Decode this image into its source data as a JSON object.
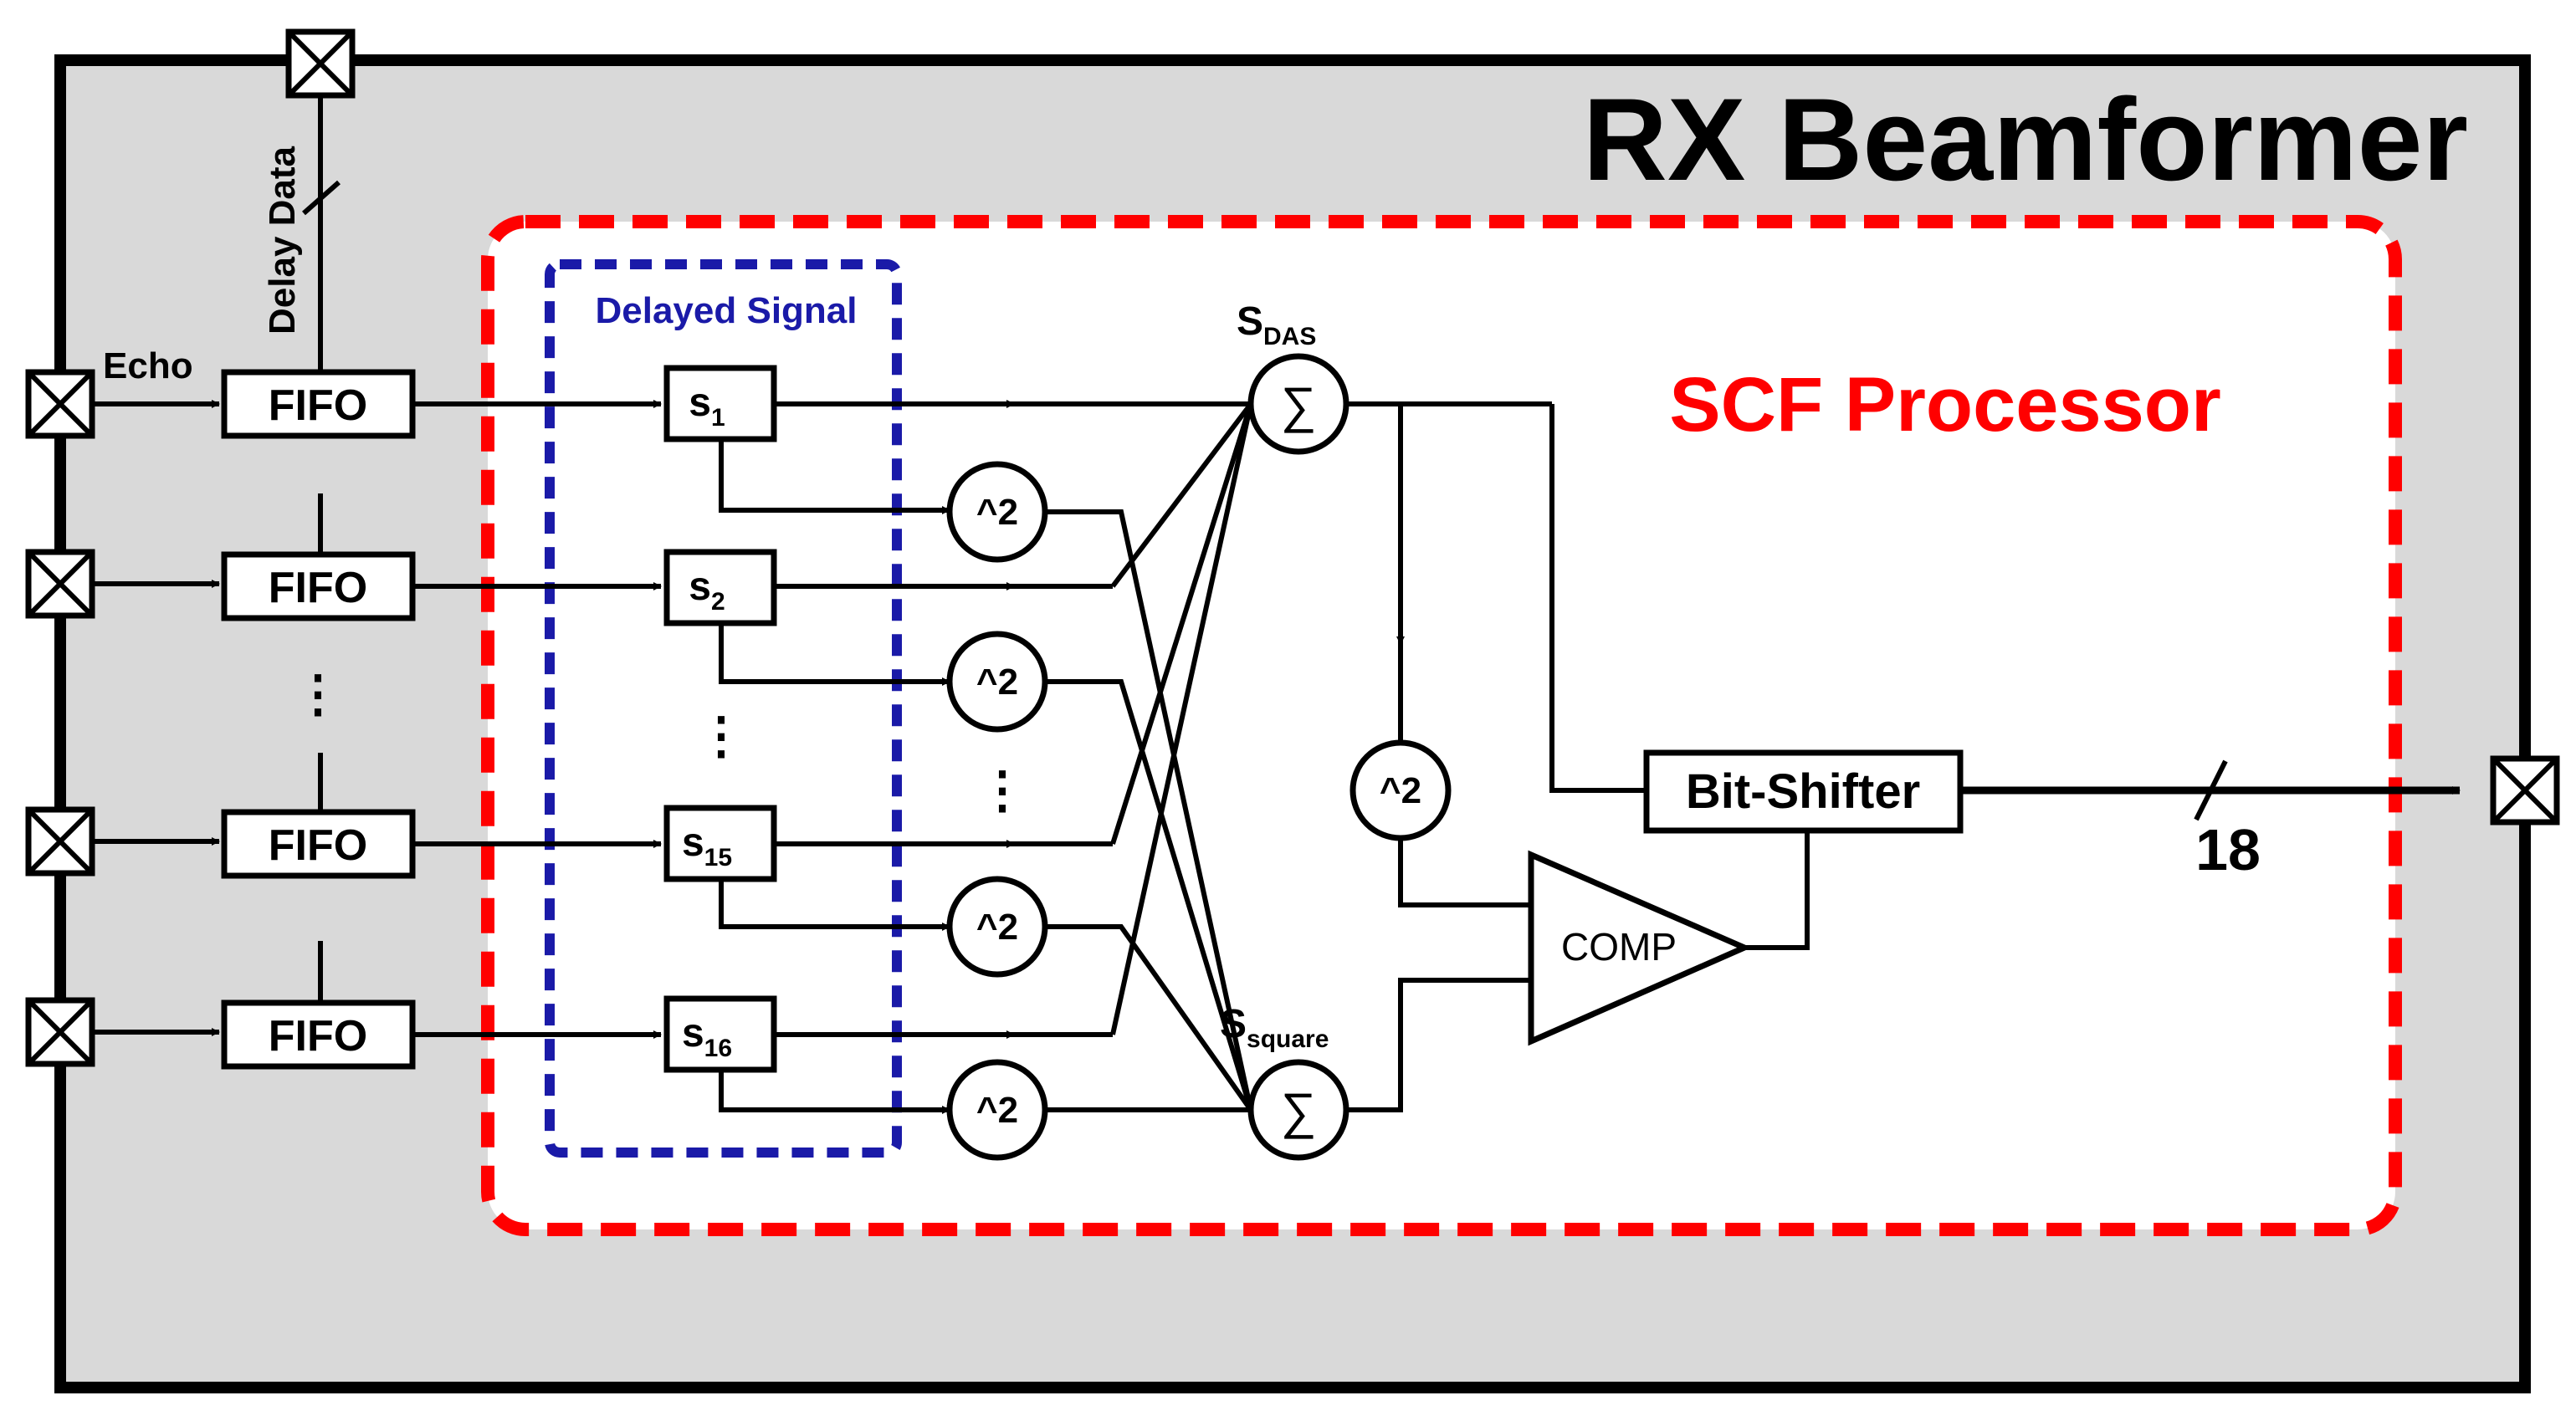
{
  "title": "RX Beamformer",
  "processor_label": "SCF Processor",
  "delayed_signal_label": "Delayed Signal",
  "echo_label": "Echo",
  "delay_data_label": "Delay Data",
  "fifo_label": "FIFO",
  "signals": [
    {
      "base": "s",
      "sub": "1"
    },
    {
      "base": "s",
      "sub": "2"
    },
    {
      "base": "s",
      "sub": "15"
    },
    {
      "base": "s",
      "sub": "16"
    }
  ],
  "square_label": "^2",
  "sum_symbol": "∑",
  "sdas": {
    "base": "S",
    "sub": "DAS"
  },
  "ssquare": {
    "base": "S",
    "sub": "square"
  },
  "comp_label": "COMP",
  "bit_shifter_label": "Bit-Shifter",
  "output_width": "18",
  "ellipsis": "⋮",
  "colors": {
    "outer_fill": "#d9d9d9",
    "scf_border": "#ff0000",
    "delayed_border": "#1a1aa8",
    "line": "#000000"
  }
}
